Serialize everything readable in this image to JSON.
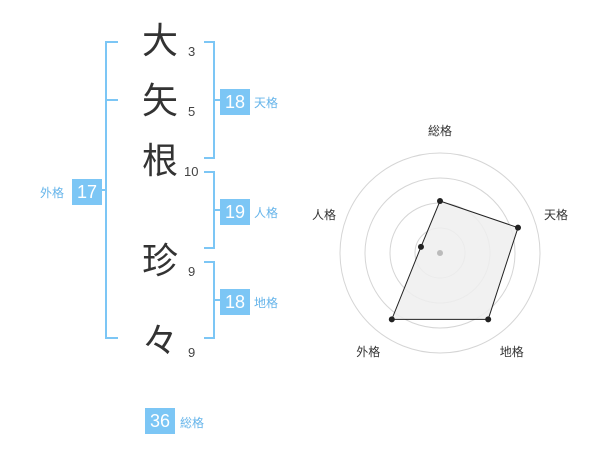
{
  "name": {
    "chars": [
      {
        "char": "大",
        "strokes": "3"
      },
      {
        "char": "矢",
        "strokes": "5"
      },
      {
        "char": "根",
        "strokes": "10"
      },
      {
        "char": "珍",
        "strokes": "9"
      },
      {
        "char": "々",
        "strokes": "9"
      }
    ]
  },
  "grids": {
    "tenkaku": {
      "value": "18",
      "label": "天格"
    },
    "jinkaku": {
      "value": "19",
      "label": "人格"
    },
    "chikaku": {
      "value": "18",
      "label": "地格"
    },
    "gaikaku": {
      "value": "17",
      "label": "外格"
    },
    "soukaku": {
      "value": "36",
      "label": "総格"
    }
  },
  "colors": {
    "accent": "#7cc6f5",
    "bracket": "#7cc6f5",
    "label": "#65b4ea",
    "radar_fill": "#eeeeee",
    "radar_stroke": "#222222"
  },
  "chart_data": {
    "type": "radar",
    "axes": [
      "総格",
      "天格",
      "地格",
      "外格",
      "人格"
    ],
    "values": [
      0.52,
      0.82,
      0.82,
      0.82,
      0.2
    ],
    "range": [
      0,
      1
    ],
    "rings": 4
  }
}
